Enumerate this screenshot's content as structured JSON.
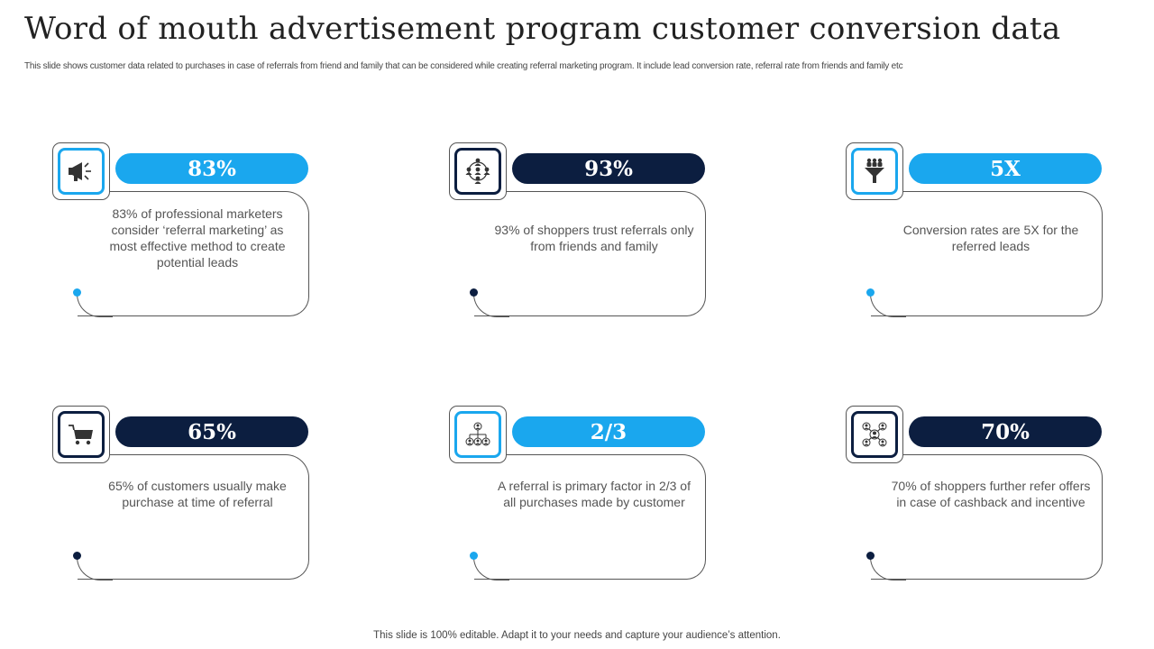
{
  "slide": {
    "title": "Word of mouth advertisement program customer conversion data",
    "subtitle": "This slide shows customer data related to purchases in case of referrals from friend and family that can be considered while creating referral marketing program. It include lead conversion rate, referral rate from friends and family etc",
    "footer": "This slide is 100% editable. Adapt it to your needs and capture your audience’s attention."
  },
  "colors": {
    "accent_light": "#1aa7ee",
    "accent_dark": "#0c1e40",
    "outline": "#555555"
  },
  "cards": [
    {
      "icon": "megaphone-icon",
      "value": "83%",
      "theme": "light",
      "description": "83% of professional marketers consider ‘referral marketing’ as most effective method to create potential leads"
    },
    {
      "icon": "people-network-icon",
      "value": "93%",
      "theme": "dark",
      "description": "93% of shoppers trust referrals only from friends and family"
    },
    {
      "icon": "funnel-icon",
      "value": "5X",
      "theme": "light",
      "description": "Conversion rates are 5X for the referred leads"
    },
    {
      "icon": "shopping-cart-icon",
      "value": "65%",
      "theme": "dark",
      "description": "65% of customers usually make purchase at time of referral"
    },
    {
      "icon": "org-hierarchy-icon",
      "value": "2/3",
      "theme": "light",
      "description": "A referral is primary factor in 2/3 of all purchases made by customer"
    },
    {
      "icon": "connected-users-icon",
      "value": "70%",
      "theme": "dark",
      "description": "70% of shoppers further refer offers in case of cashback and incentive"
    }
  ]
}
